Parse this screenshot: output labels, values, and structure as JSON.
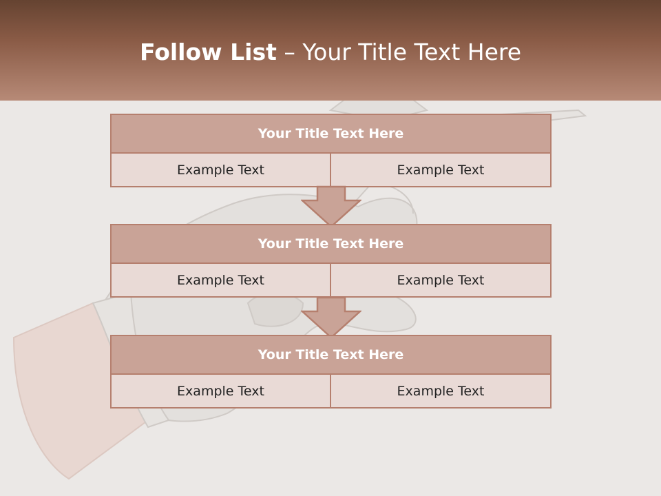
{
  "slide": {
    "title_bold": "Follow List",
    "title_rest": " – Your Title Text Here"
  },
  "blocks": [
    {
      "title": "Your Title Text Here",
      "left": "Example Text",
      "right": "Example Text"
    },
    {
      "title": "Your Title Text Here",
      "left": "Example Text",
      "right": "Example Text"
    },
    {
      "title": "Your Title Text Here",
      "left": "Example Text",
      "right": "Example Text"
    }
  ],
  "colors": {
    "header_dark": "#654331",
    "header_light": "#b78a77",
    "block_border": "#b57f6e",
    "block_head": "#c9a397",
    "block_cell": "#e9dad6",
    "background": "#ebe8e6"
  },
  "icons": {
    "background": "hand-holding-pen-illustration",
    "connector": "down-arrow-icon"
  }
}
